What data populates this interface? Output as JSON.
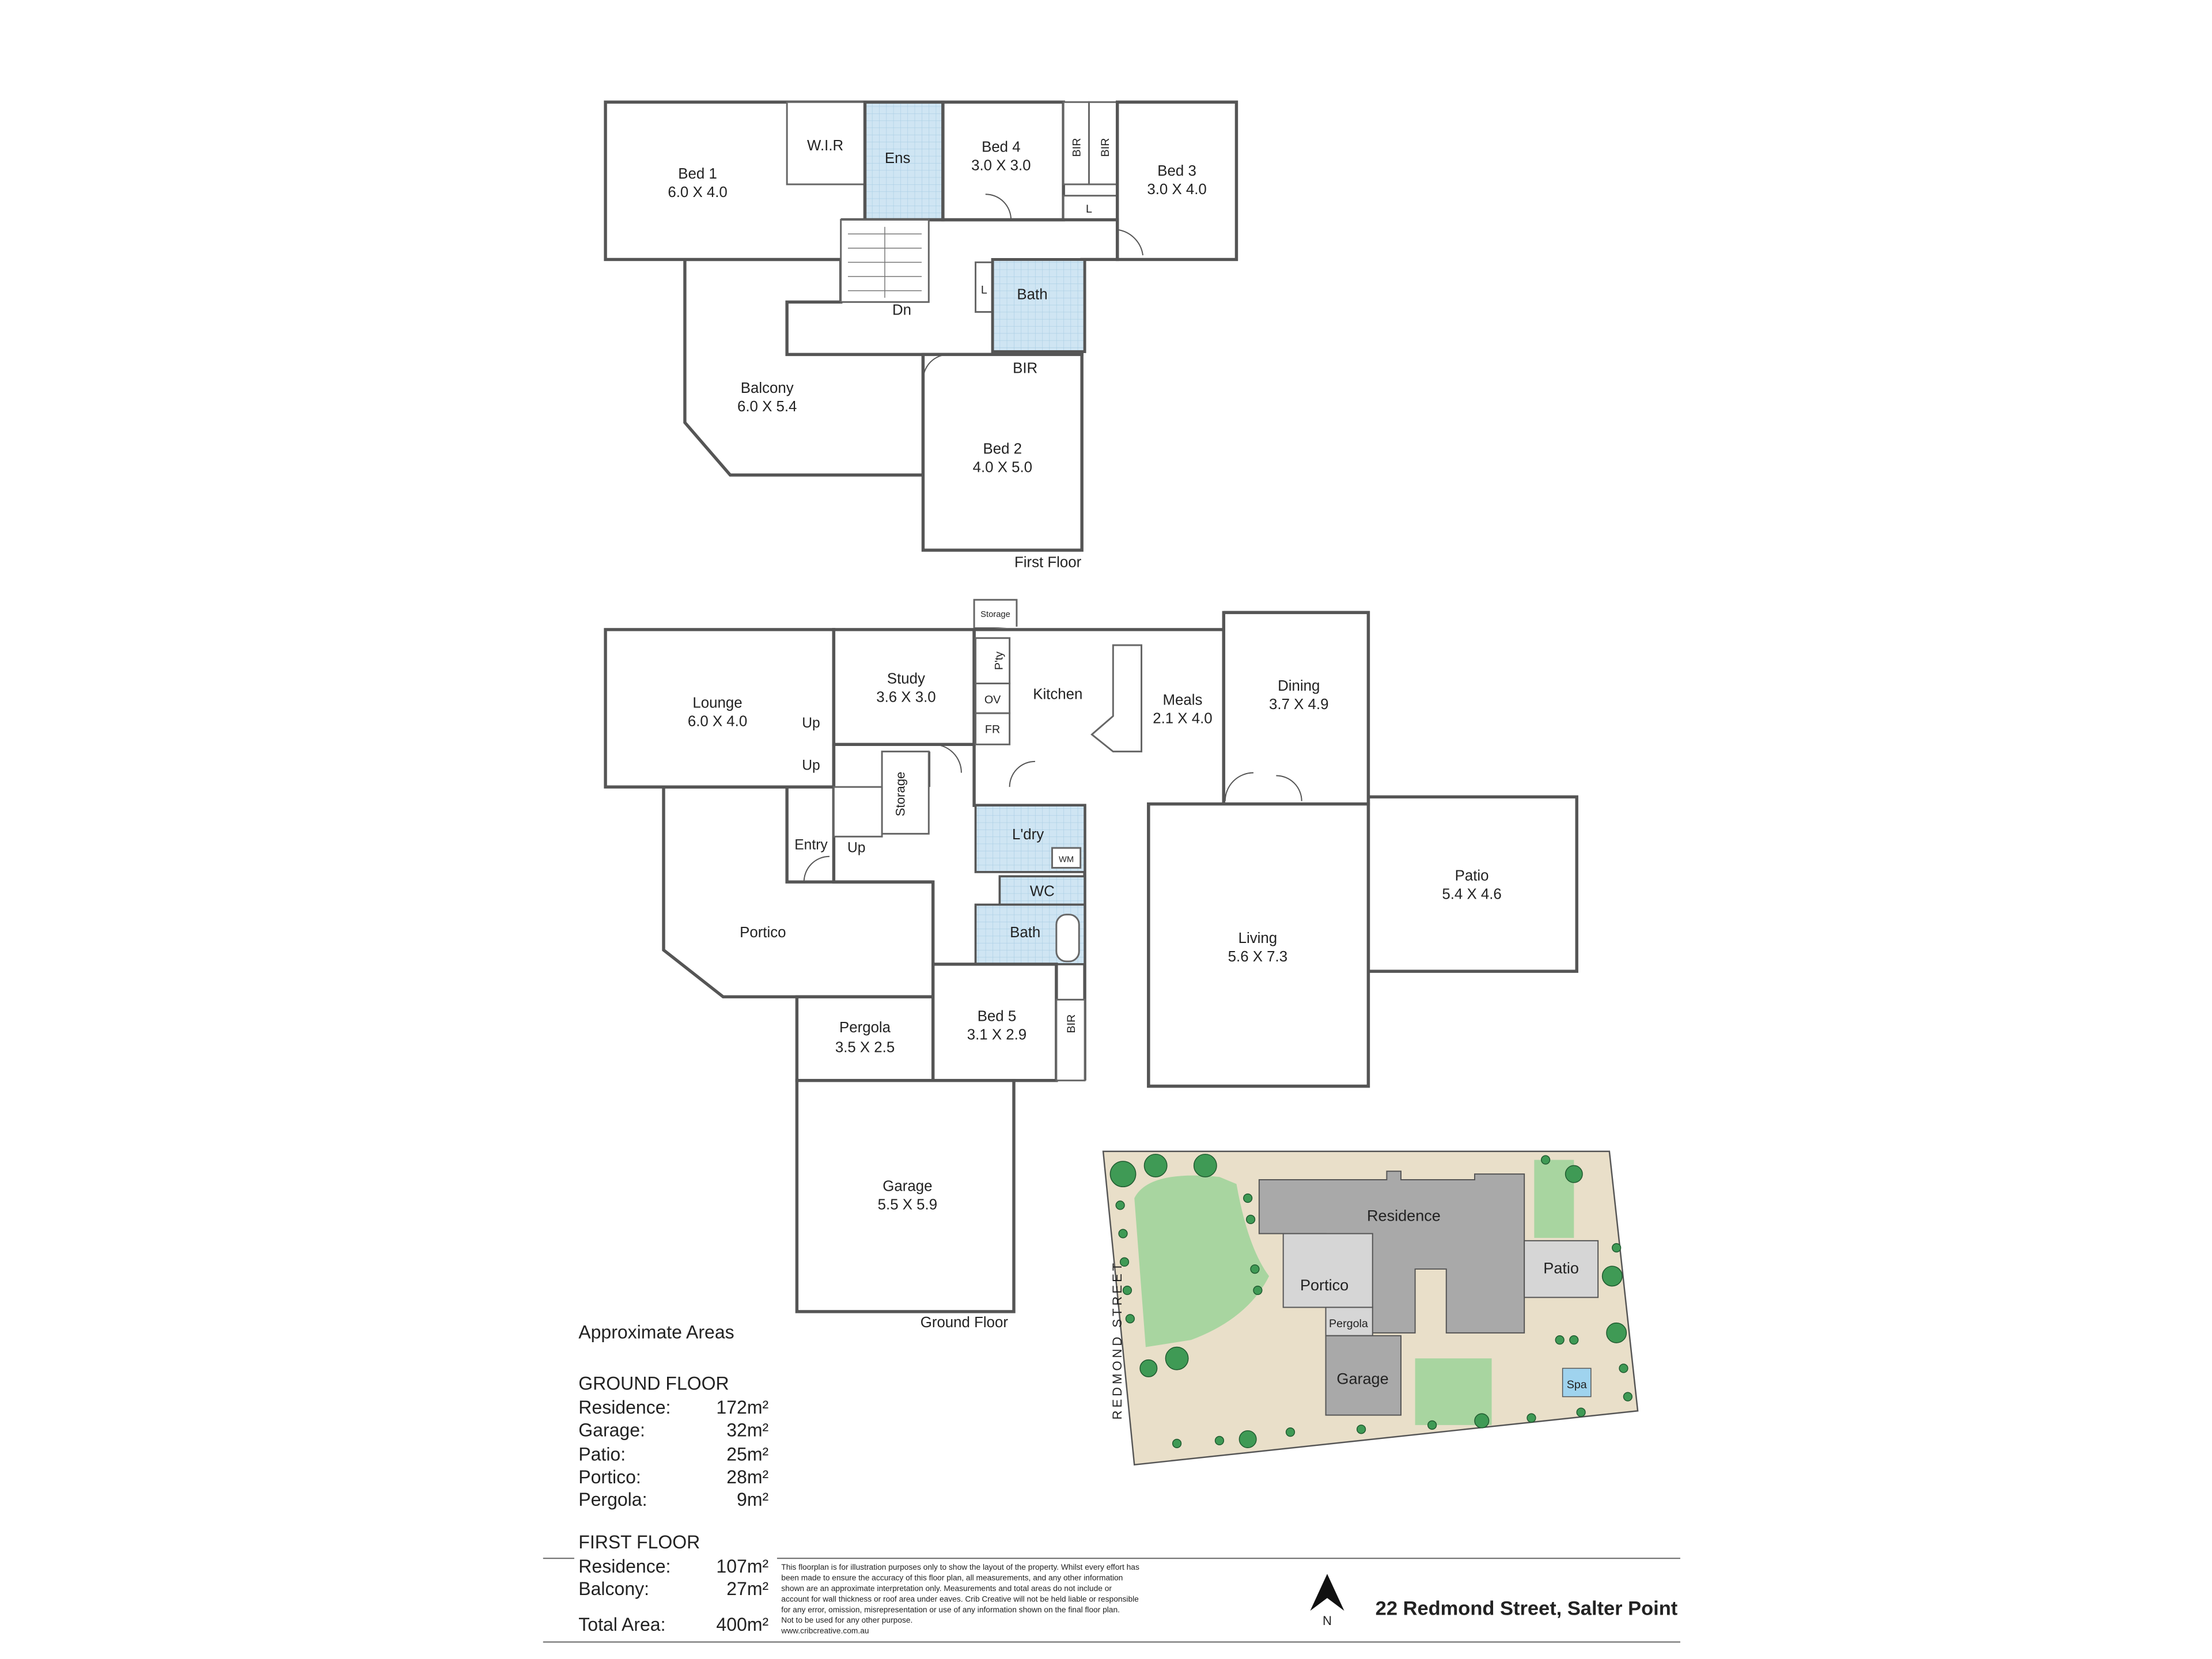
{
  "first_floor": {
    "title": "First Floor",
    "rooms": {
      "bed1": {
        "name": "Bed 1",
        "dims": "6.0 X 4.0"
      },
      "wir": {
        "name": "W.I.R"
      },
      "ens": {
        "name": "Ens"
      },
      "bed4": {
        "name": "Bed 4",
        "dims": "3.0 X 3.0"
      },
      "bir_a": {
        "name": "BIR"
      },
      "bir_b": {
        "name": "BIR"
      },
      "bed3": {
        "name": "Bed 3",
        "dims": "3.0 X 4.0"
      },
      "linen_a": {
        "name": "L"
      },
      "linen_b": {
        "name": "L"
      },
      "stairs": {
        "name": "Dn"
      },
      "bath": {
        "name": "Bath"
      },
      "bir_c": {
        "name": "BIR"
      },
      "balcony": {
        "name": "Balcony",
        "dims": "6.0 X 5.4"
      },
      "bed2": {
        "name": "Bed 2",
        "dims": "4.0 X 5.0"
      }
    }
  },
  "ground_floor": {
    "title": "Ground Floor",
    "rooms": {
      "storage_top": {
        "name": "Storage"
      },
      "lounge": {
        "name": "Lounge",
        "dims": "6.0 X 4.0"
      },
      "study": {
        "name": "Study",
        "dims": "3.6 X 3.0"
      },
      "pantry": {
        "name": "P'ty"
      },
      "oven": {
        "name": "OV"
      },
      "fridge": {
        "name": "FR"
      },
      "kitchen": {
        "name": "Kitchen"
      },
      "meals": {
        "name": "Meals",
        "dims": "2.1 X 4.0"
      },
      "dining": {
        "name": "Dining",
        "dims": "3.7 X 4.9"
      },
      "patio": {
        "name": "Patio",
        "dims": "5.4 X 4.6"
      },
      "living": {
        "name": "Living",
        "dims": "5.6 X 7.3"
      },
      "storage_mid": {
        "name": "Storage"
      },
      "up1": {
        "name": "Up"
      },
      "up2": {
        "name": "Up"
      },
      "up3": {
        "name": "Up"
      },
      "entry": {
        "name": "Entry"
      },
      "laundry": {
        "name": "L'dry"
      },
      "wm": {
        "name": "WM"
      },
      "wc": {
        "name": "WC"
      },
      "bath": {
        "name": "Bath"
      },
      "portico": {
        "name": "Portico"
      },
      "pergola": {
        "name": "Pergola",
        "dims": "3.5 X 2.5"
      },
      "bed5": {
        "name": "Bed 5",
        "dims": "3.1 X 2.9"
      },
      "bir": {
        "name": "BIR"
      },
      "garage": {
        "name": "Garage",
        "dims": "5.5 X 5.9"
      }
    }
  },
  "site_plan": {
    "street": "REDMOND STREET",
    "residence": "Residence",
    "patio": "Patio",
    "portico": "Portico",
    "pergola": "Pergola",
    "garage": "Garage",
    "spa": "Spa",
    "colors": {
      "lot": "#e9dfc9",
      "lawn": "#a8d5a0",
      "building": "#a9a9a9",
      "tree": "#3f9a55",
      "spa": "#9fd3ee"
    }
  },
  "areas": {
    "heading": "Approximate Areas",
    "ground_heading": "GROUND FLOOR",
    "ground": [
      {
        "label": "Residence:",
        "value": "172m²"
      },
      {
        "label": "Garage:",
        "value": "32m²"
      },
      {
        "label": "Patio:",
        "value": "25m²"
      },
      {
        "label": "Portico:",
        "value": "28m²"
      },
      {
        "label": "Pergola:",
        "value": "9m²"
      }
    ],
    "first_heading": "FIRST FLOOR",
    "first": [
      {
        "label": "Residence:",
        "value": "107m²"
      },
      {
        "label": "Balcony:",
        "value": "27m²"
      }
    ],
    "total_label": "Total Area:",
    "total_value": "400m²"
  },
  "disclaimer": [
    "This floorplan is for illustration purposes only to show the layout of the property. Whilst every effort has",
    "been made to ensure the accuracy of this floor plan, all measurements, and any other information",
    "shown are an approximate interpretation only. Measurements and total areas do not include or",
    "account for wall thickness or roof area under eaves. Crib Creative will not be held liable or responsible",
    "for any error, omission, misrepresentation or use of any information shown on the final floor plan.",
    "Not to be used for any other purpose.",
    "www.cribcreative.com.au"
  ],
  "compass": "N",
  "address": "22 Redmond Street, Salter Point"
}
